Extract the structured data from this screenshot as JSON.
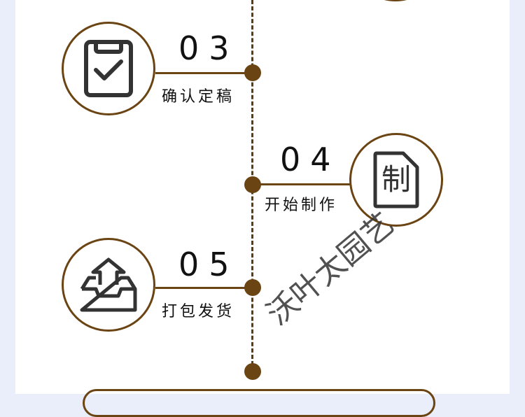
{
  "steps": [
    {
      "number": "03",
      "label": "确认定稿",
      "icon": "clipboard-check-icon"
    },
    {
      "number": "04",
      "label": "开始制作",
      "icon": "document-zhi-icon",
      "icon_text": "制"
    },
    {
      "number": "05",
      "label": "打包发货",
      "icon": "inbox-upload-icon"
    }
  ],
  "watermark": "沃叶太园艺",
  "colors": {
    "accent": "#6b4413",
    "background": "#e9eefa"
  }
}
